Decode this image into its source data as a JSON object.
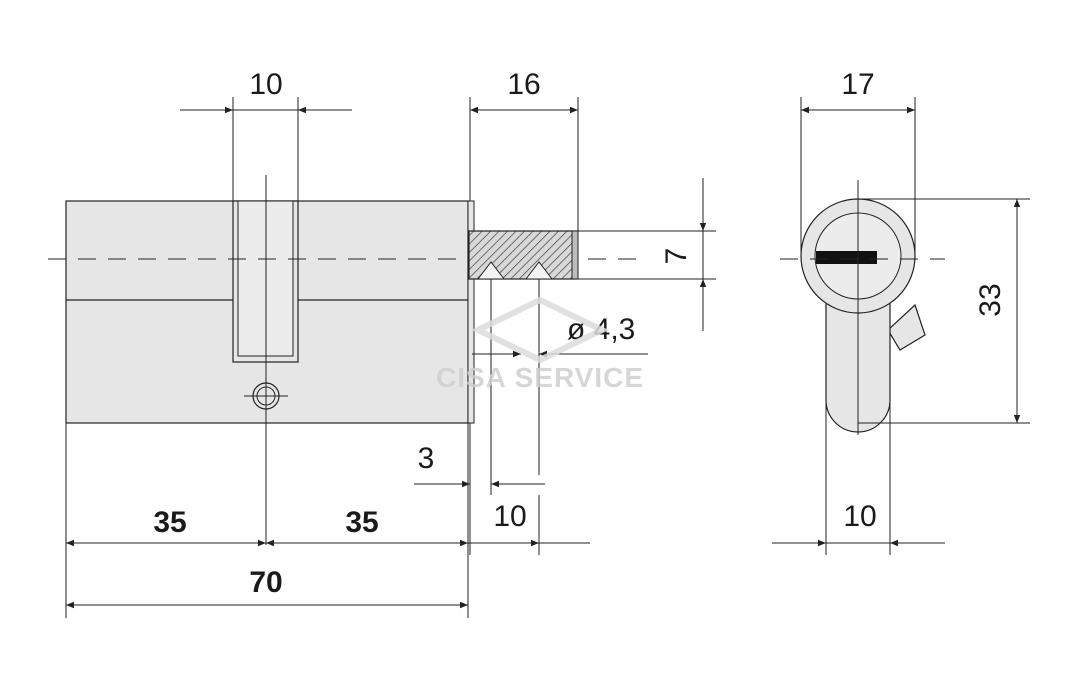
{
  "drawing": {
    "dimensions": {
      "cam_width": "10",
      "cam_extension": "16",
      "pin_height": "7",
      "hole_diameter": "ø 4,3",
      "offset_small": "3",
      "offset_pin": "10",
      "half_left": "35",
      "half_right": "35",
      "total_length": "70",
      "profile_width": "17",
      "profile_height": "33",
      "profile_bottom_width": "10"
    },
    "watermark": "CISA SERVICE",
    "colors": {
      "body_fill": "#e6e6e6",
      "line": "#222222",
      "key_slot": "#111111",
      "hatch_fill": "#cfcfcf"
    }
  }
}
